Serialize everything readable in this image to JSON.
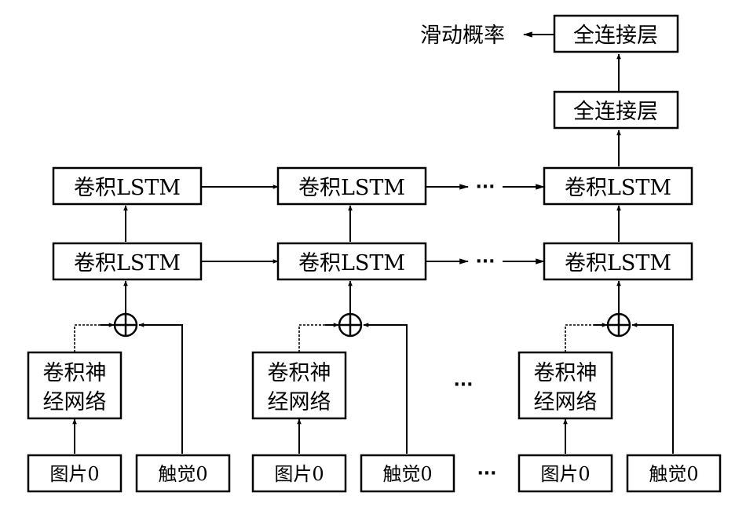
{
  "output": {
    "label": "滑动概率",
    "fc_top": "全连接层",
    "fc_bottom": "全连接层"
  },
  "convlstm_label": "卷积LSTM",
  "cnn_label": [
    "卷积神",
    "经网络"
  ],
  "inputs": {
    "image": [
      "图片0",
      "图片0",
      "图片0"
    ],
    "touch": [
      "触觉0",
      "触觉0",
      "触觉0"
    ]
  },
  "ellipsis": "···"
}
